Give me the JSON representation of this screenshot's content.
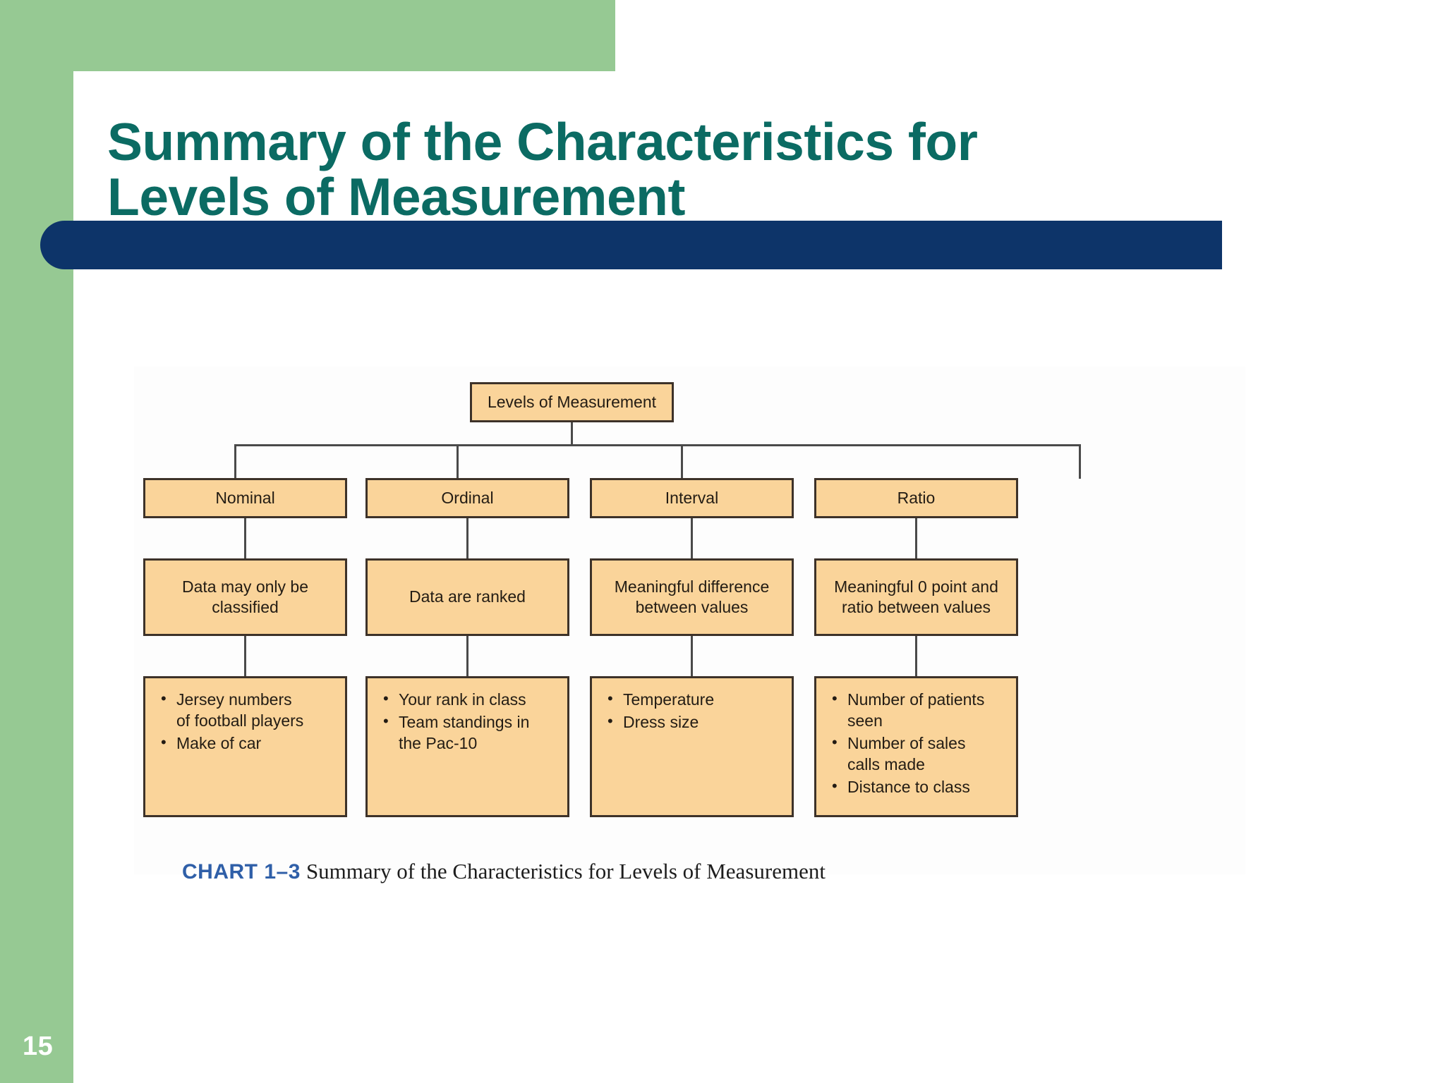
{
  "slide": {
    "title": "Summary of the Characteristics for\nLevels of Measurement",
    "page_number": "15",
    "colors": {
      "rail_green": "#96c993",
      "title_teal": "#0b6b63",
      "navy_bar": "#0d3469",
      "node_fill": "#fad49a",
      "node_border": "#3d3229",
      "connector": "#4a4a4a",
      "caption_blue": "#2f5fa8"
    }
  },
  "chart_data": {
    "type": "diagram",
    "title": "Levels of Measurement",
    "caption_label": "CHART 1–3",
    "caption_text": "Summary of the Characteristics for Levels of Measurement",
    "root": "Levels of Measurement",
    "columns": [
      {
        "level": "Nominal",
        "description": "Data may only be\nclassified",
        "examples": [
          "Jersey numbers\nof football players",
          "Make of car"
        ]
      },
      {
        "level": "Ordinal",
        "description": "Data are ranked",
        "examples": [
          "Your rank in class",
          "Team standings in\nthe Pac-10"
        ]
      },
      {
        "level": "Interval",
        "description": "Meaningful difference\nbetween values",
        "examples": [
          "Temperature",
          "Dress size"
        ]
      },
      {
        "level": "Ratio",
        "description": "Meaningful 0 point and\nratio between values",
        "examples": [
          "Number of patients\nseen",
          "Number of sales\ncalls made",
          "Distance to class"
        ]
      }
    ]
  }
}
